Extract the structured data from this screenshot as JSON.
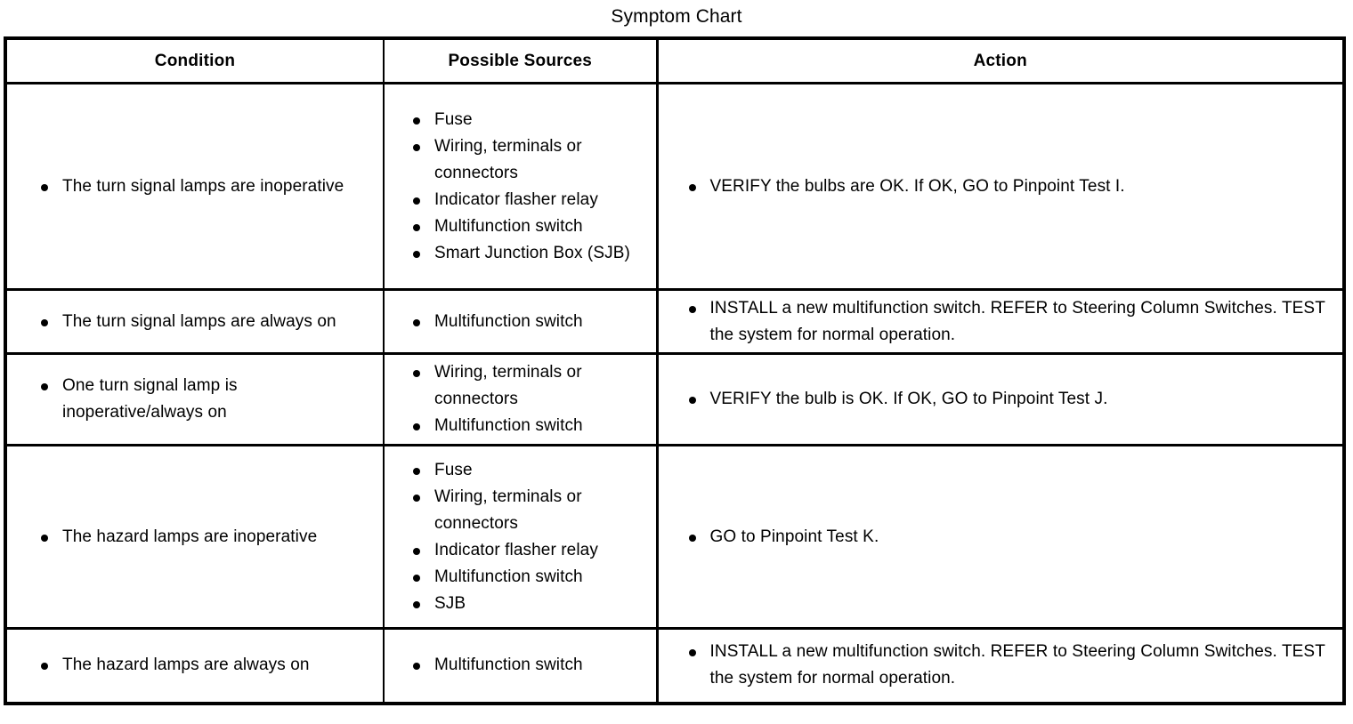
{
  "title": "Symptom Chart",
  "table": {
    "headers": {
      "condition": "Condition",
      "possible_sources": "Possible Sources",
      "action": "Action"
    },
    "rows": [
      {
        "condition": [
          "The turn signal lamps are inoperative"
        ],
        "possible_sources": [
          "Fuse",
          "Wiring, terminals or connectors",
          "Indicator flasher relay",
          "Multifunction switch",
          "Smart Junction Box (SJB)"
        ],
        "action": [
          "VERIFY the bulbs are OK. If OK, GO to Pinpoint Test I."
        ]
      },
      {
        "condition": [
          "The turn signal lamps are always on"
        ],
        "possible_sources": [
          "Multifunction switch"
        ],
        "action": [
          "INSTALL a new multifunction switch. REFER to Steering Column Switches. TEST the system for normal operation."
        ]
      },
      {
        "condition": [
          "One turn signal lamp is inoperative/always on"
        ],
        "possible_sources": [
          "Wiring, terminals or connectors",
          "Multifunction switch"
        ],
        "action": [
          "VERIFY the bulb is OK. If OK, GO to Pinpoint Test J."
        ]
      },
      {
        "condition": [
          "The hazard lamps are inoperative"
        ],
        "possible_sources": [
          "Fuse",
          "Wiring, terminals or connectors",
          "Indicator flasher relay",
          "Multifunction switch",
          "SJB"
        ],
        "action": [
          "GO to Pinpoint Test K."
        ]
      },
      {
        "condition": [
          "The hazard lamps are always on"
        ],
        "possible_sources": [
          "Multifunction switch"
        ],
        "action": [
          "INSTALL a new multifunction switch. REFER to Steering Column Switches. TEST the system for normal operation."
        ]
      }
    ]
  },
  "colors": {
    "background": "#ffffff",
    "text": "#000000",
    "border": "#000000"
  }
}
